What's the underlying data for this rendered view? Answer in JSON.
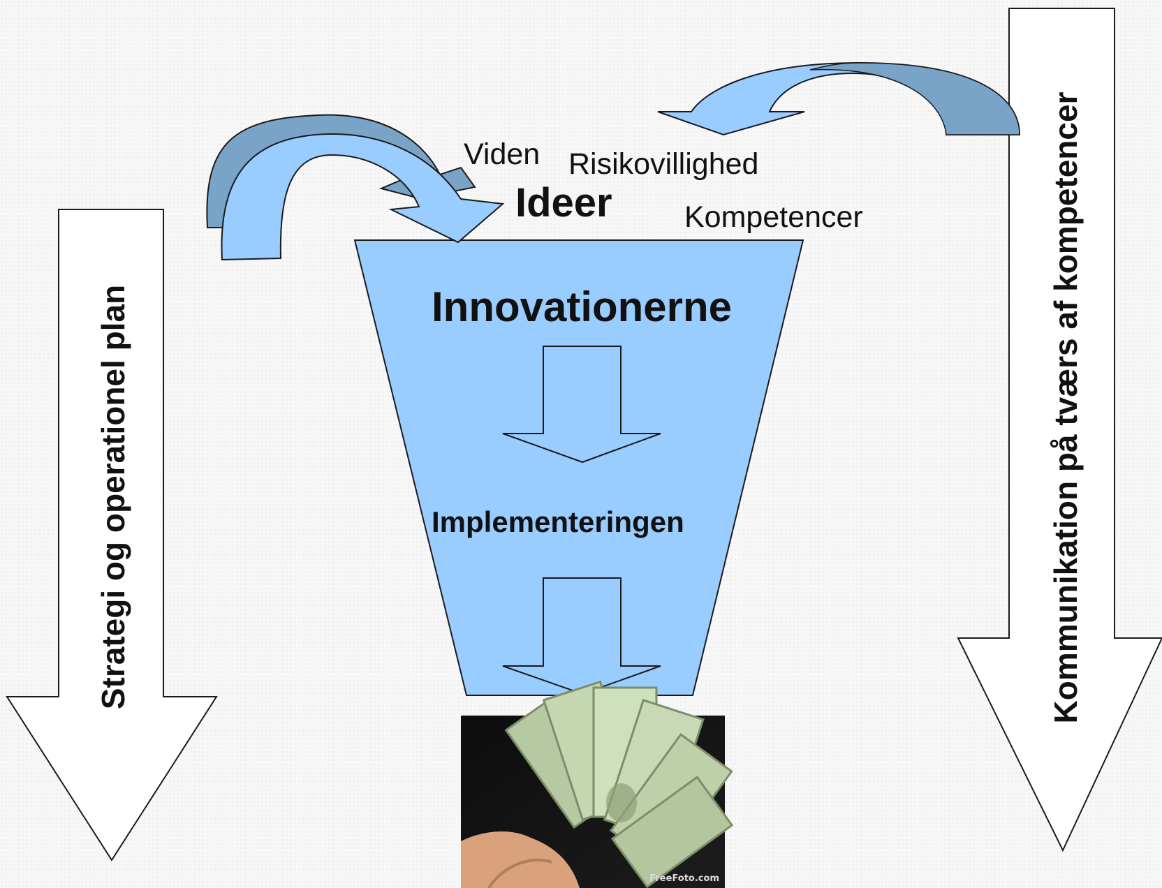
{
  "labels": {
    "viden": "Viden",
    "risikovillighed": "Risikovillighed",
    "ideer": "Ideer",
    "kompetencer": "Kompetencer",
    "innovationerne": "Innovationerne",
    "implementeringen": "Implementeringen",
    "left_arrow": "Strategi og operationel plan",
    "right_arrow": "Kommunikation på tværs af kompetencer"
  },
  "photo": {
    "description_icon": "money-in-hand-icon",
    "credit": "FreeFoto.com"
  },
  "colors": {
    "funnel_fill": "#99ccff",
    "curved_arrow_light": "#99ccff",
    "curved_arrow_dark": "#7aa3c8",
    "outline": "#1a1a1a"
  }
}
